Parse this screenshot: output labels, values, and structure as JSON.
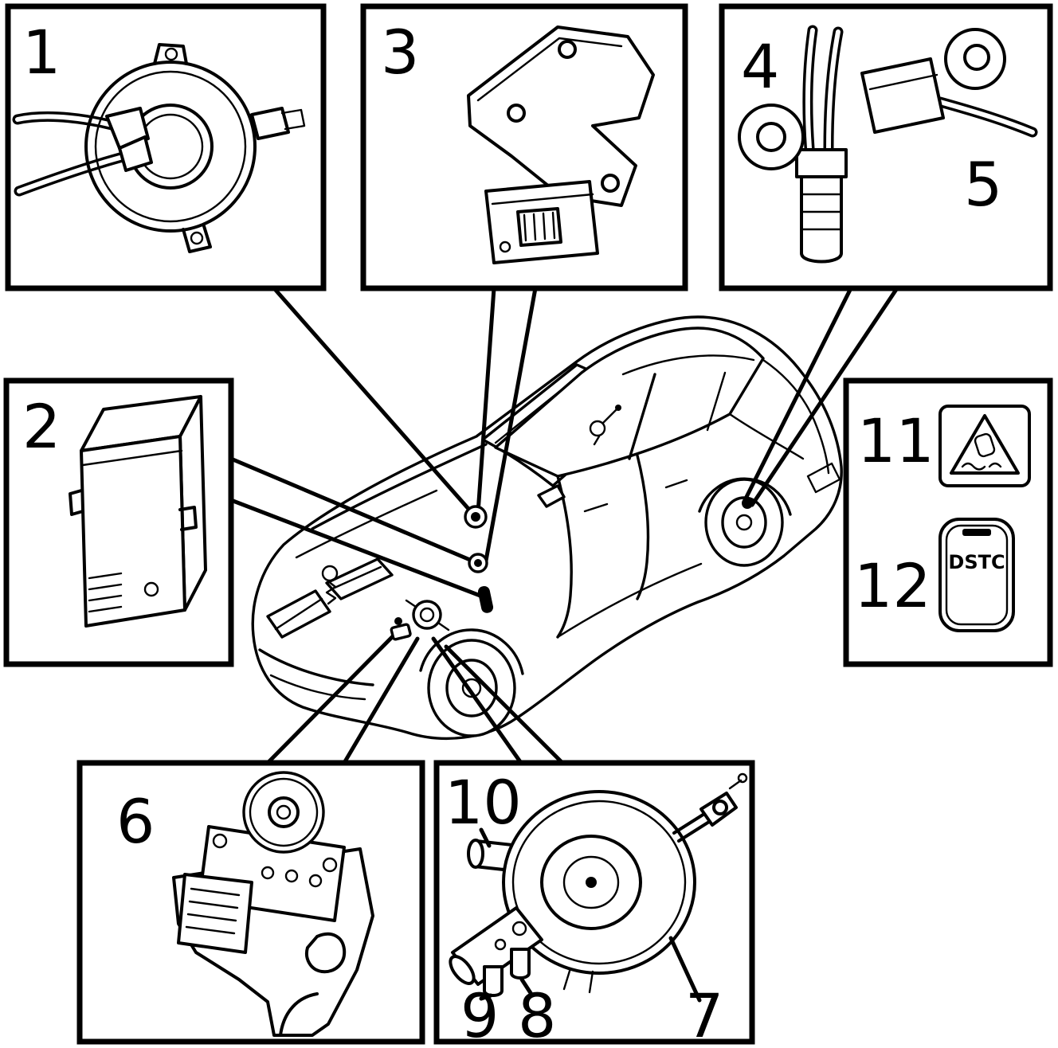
{
  "page": {
    "background": "#ffffff",
    "ink": "#000000"
  },
  "callouts": {
    "c1": "1",
    "c2": "2",
    "c3": "3",
    "c4": "4",
    "c5": "5",
    "c6": "6",
    "c7": "7",
    "c8": "8",
    "c9": "9",
    "c10": "10",
    "c11": "11",
    "c12": "12"
  },
  "button": {
    "dstc_label": "DSTC"
  },
  "components": {
    "1": "steering-angle-sensor",
    "2": "control-module",
    "3": "sensor-with-mounting-bracket",
    "4": "wheel-speed-sensor",
    "5": "wheel-speed-sensor-with-cable",
    "6": "abs-hydraulic-modulator",
    "7": "brake-booster",
    "8": "master-cylinder-sensor",
    "9": "master-cylinder-sensor",
    "10": "vacuum-fitting",
    "11": "anti-skid-warning-symbol",
    "12": "dstc-switch"
  }
}
